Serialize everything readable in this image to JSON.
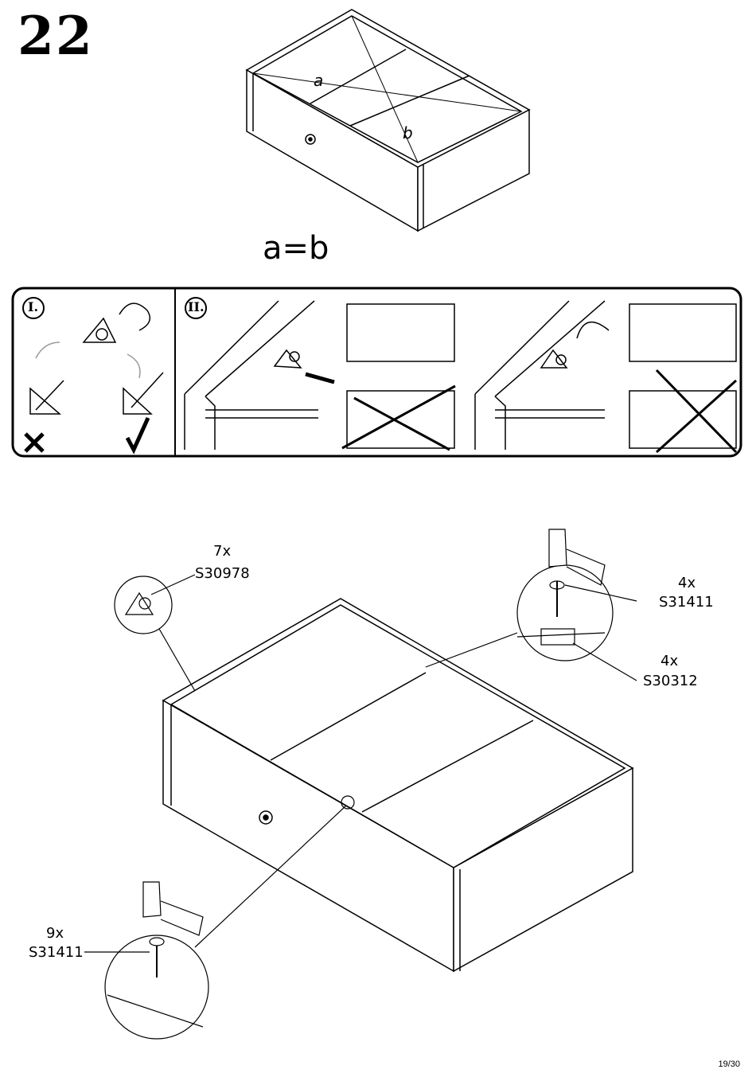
{
  "step": {
    "number": "22"
  },
  "diagonals": {
    "label_a": "a",
    "label_b": "b",
    "equation": "a=b"
  },
  "instructions": {
    "part1": "I.",
    "part2": "II."
  },
  "parts": [
    {
      "qty": "7x",
      "code": "S30978"
    },
    {
      "qty": "4x",
      "code": "S31411"
    },
    {
      "qty": "4x",
      "code": "S30312"
    },
    {
      "qty": "9x",
      "code": "S31411"
    }
  ],
  "footer": {
    "page": "19/30"
  }
}
